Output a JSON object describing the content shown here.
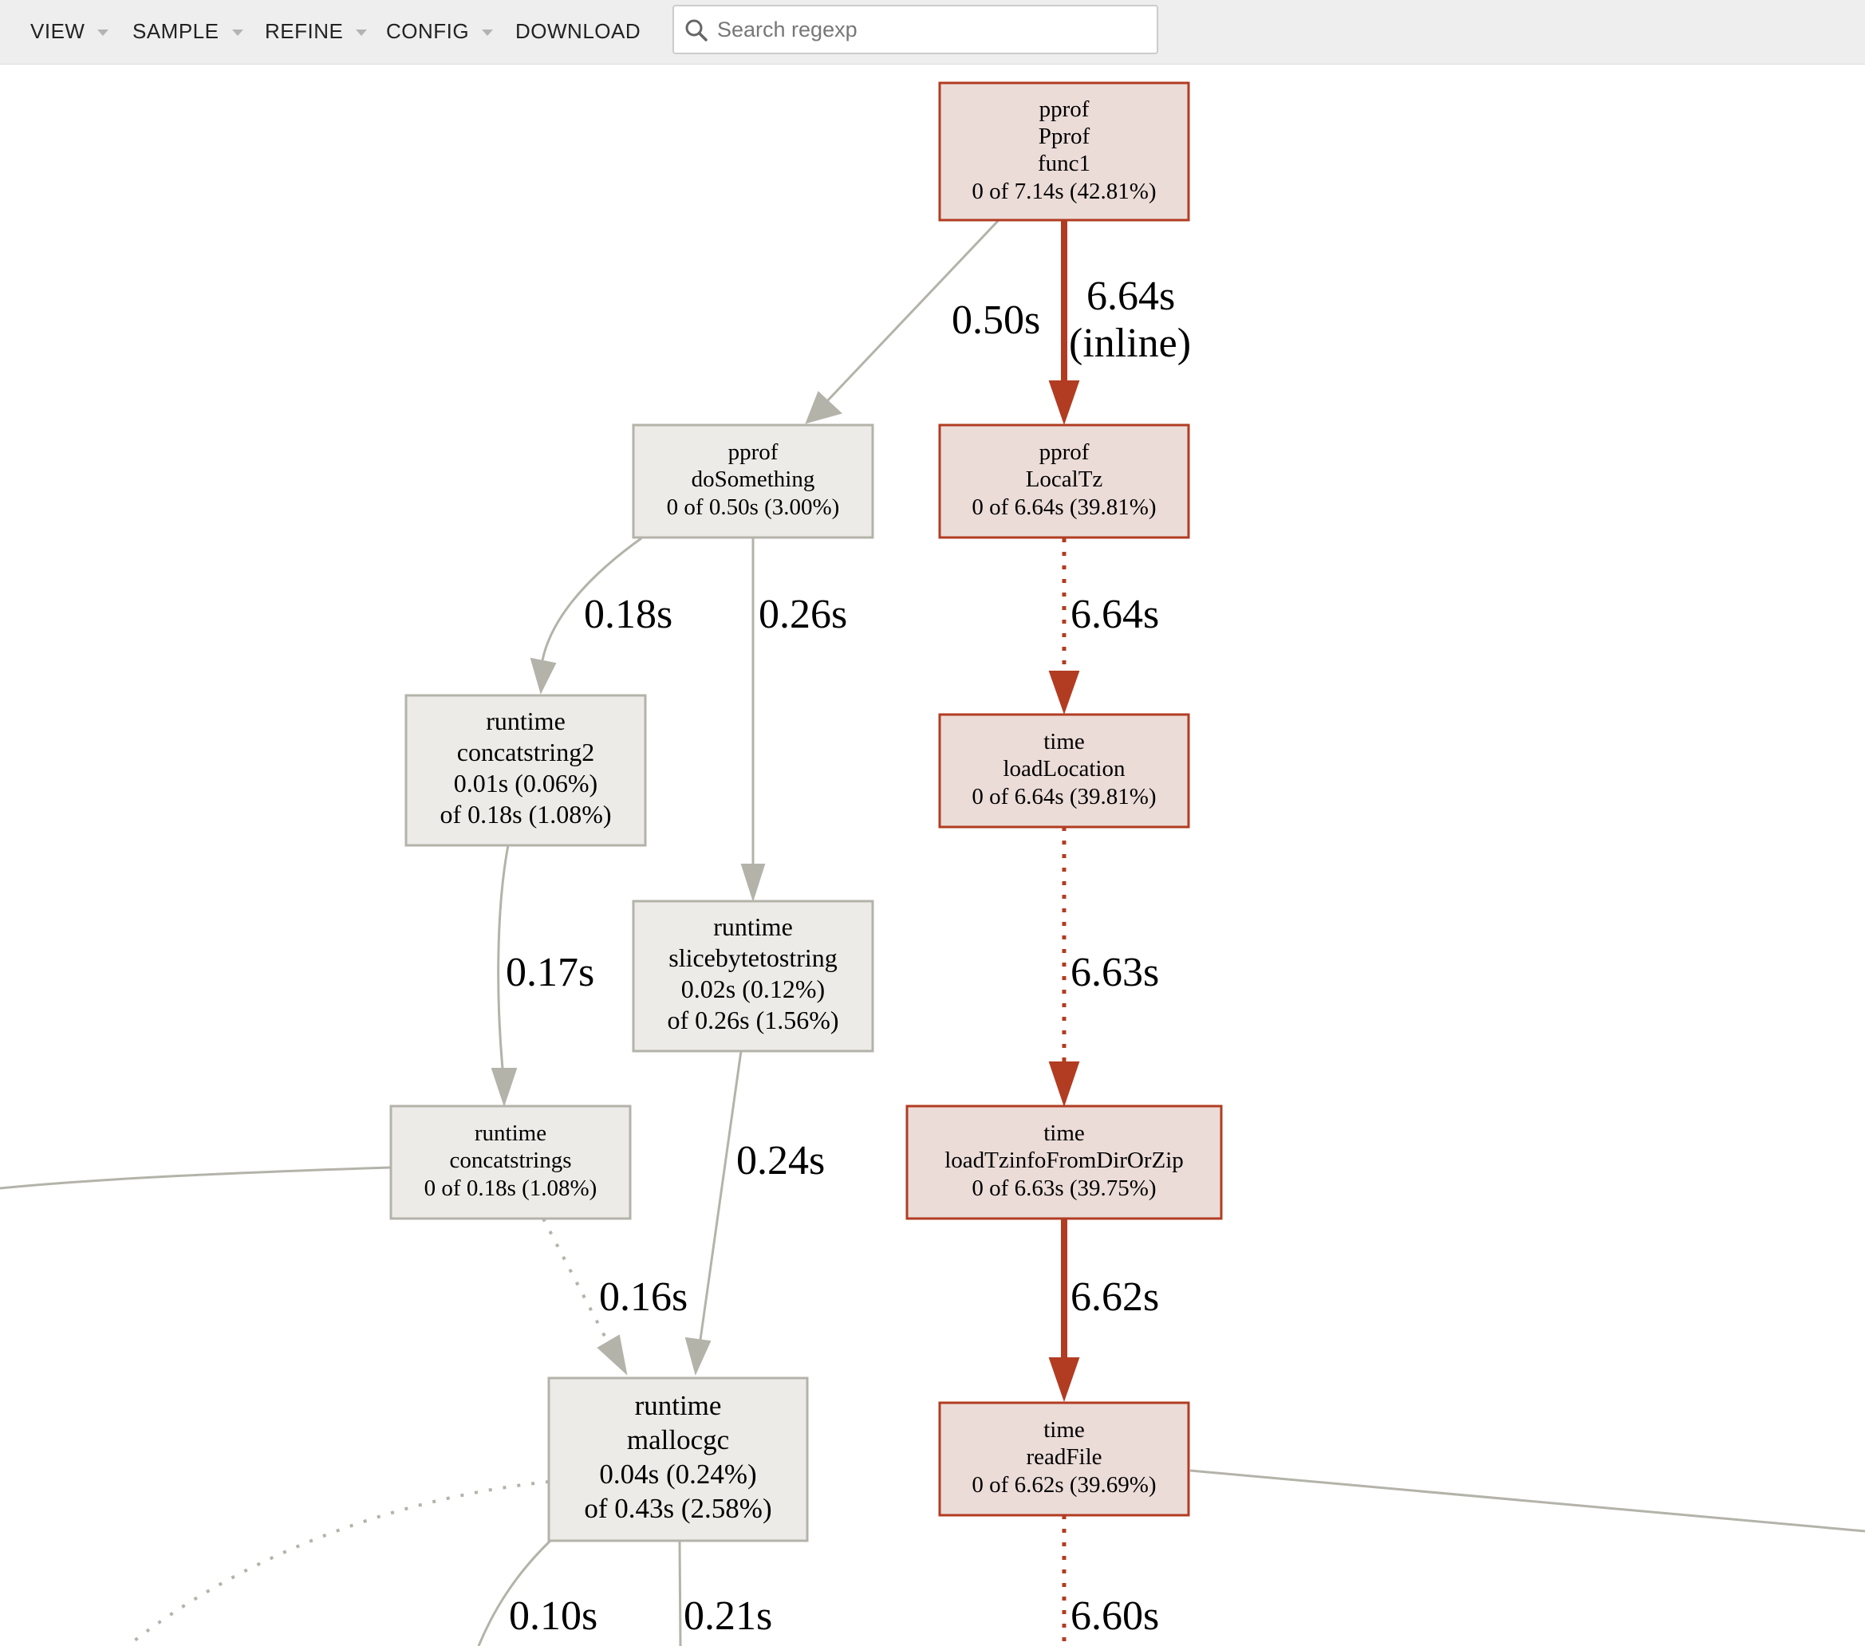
{
  "toolbar": {
    "menus": [
      {
        "label": "VIEW",
        "has_caret": true
      },
      {
        "label": "SAMPLE",
        "has_caret": true
      },
      {
        "label": "REFINE",
        "has_caret": true
      },
      {
        "label": "CONFIG",
        "has_caret": true
      },
      {
        "label": "DOWNLOAD",
        "has_caret": false
      }
    ],
    "search": {
      "placeholder": "Search regexp",
      "value": "",
      "icon": "search-icon"
    }
  },
  "graph": {
    "colors": {
      "hot_fill": "#ebdcd8",
      "hot_stroke": "#b23c22",
      "cold_fill": "#ecebe8",
      "cold_stroke": "#b4b3aa"
    },
    "nodes": {
      "pprof_func1": [
        "pprof",
        "Pprof",
        "func1",
        "0 of 7.14s (42.81%)"
      ],
      "pprof_dosomething": [
        "pprof",
        "doSomething",
        "0 of 0.50s (3.00%)"
      ],
      "pprof_localtz": [
        "pprof",
        "LocalTz",
        "0 of 6.64s (39.81%)"
      ],
      "runtime_concatstring2": [
        "runtime",
        "concatstring2",
        "0.01s (0.06%)",
        "of 0.18s (1.08%)"
      ],
      "time_loadlocation": [
        "time",
        "loadLocation",
        "0 of 6.64s (39.81%)"
      ],
      "runtime_slicebytetostring": [
        "runtime",
        "slicebytetostring",
        "0.02s (0.12%)",
        "of 0.26s (1.56%)"
      ],
      "runtime_concatstrings": [
        "runtime",
        "concatstrings",
        "0 of 0.18s (1.08%)"
      ],
      "time_loadtzinfofromdirorzip": [
        "time",
        "loadTzinfoFromDirOrZip",
        "0 of 6.63s (39.75%)"
      ],
      "runtime_mallocgc": [
        "runtime",
        "mallocgc",
        "0.04s (0.24%)",
        "of 0.43s (2.58%)"
      ],
      "time_readfile": [
        "time",
        "readFile",
        "0 of 6.62s (39.69%)"
      ]
    },
    "edges": {
      "func1_to_dosomething": "0.50s",
      "func1_to_localtz": [
        "6.64s",
        "(inline)"
      ],
      "localtz_to_loadlocation": "6.64s",
      "dosomething_to_concatstring2": "0.18s",
      "dosomething_to_slicebytetostring": "0.26s",
      "concatstring2_to_concatstrings": "0.17s",
      "loadlocation_to_loadtzinfo": "6.63s",
      "slicebytetostring_to_mallocgc": "0.24s",
      "concatstrings_to_mallocgc": "0.16s",
      "loadtzinfo_to_readfile": "6.62s",
      "mallocgc_out_left": "0.10s",
      "mallocgc_out_down": "0.21s",
      "readfile_out_down": "6.60s"
    }
  }
}
